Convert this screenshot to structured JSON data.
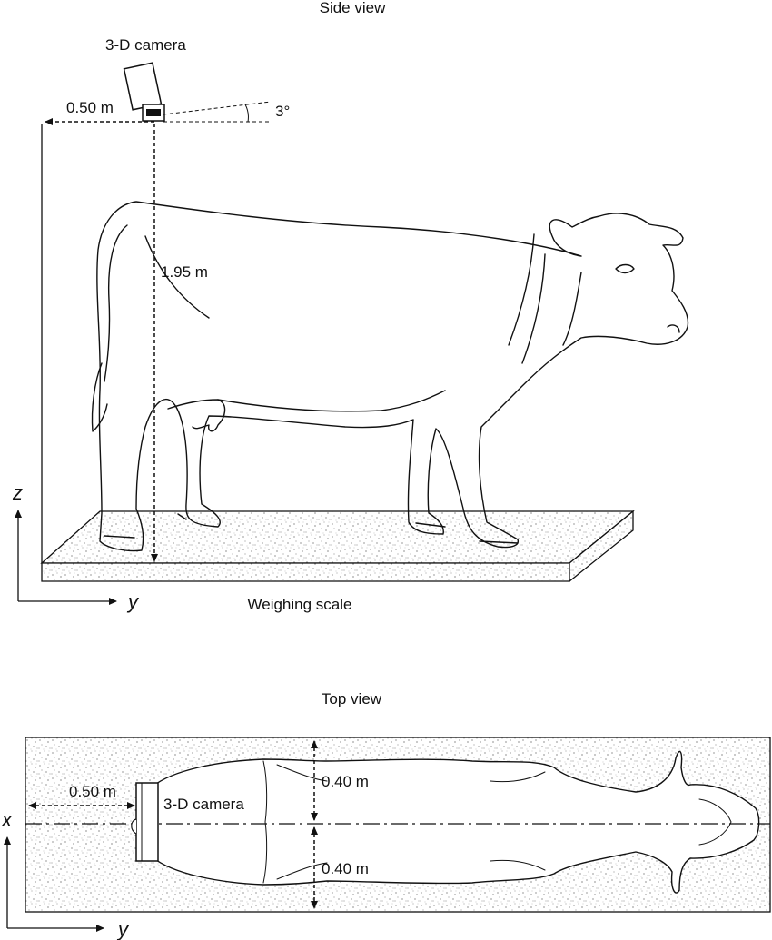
{
  "side_view": {
    "title": "Side view",
    "camera_label": "3-D camera",
    "offset_label": "0.50 m",
    "angle_label": "3°",
    "height_label": "1.95 m",
    "scale_label": "Weighing scale",
    "axis_vertical": "z",
    "axis_horizontal": "y"
  },
  "top_view": {
    "title": "Top view",
    "offset_label": "0.50 m",
    "camera_label": "3-D camera",
    "upper_width_label": "0.40 m",
    "lower_width_label": "0.40 m",
    "axis_vertical": "x",
    "axis_horizontal": "y"
  }
}
